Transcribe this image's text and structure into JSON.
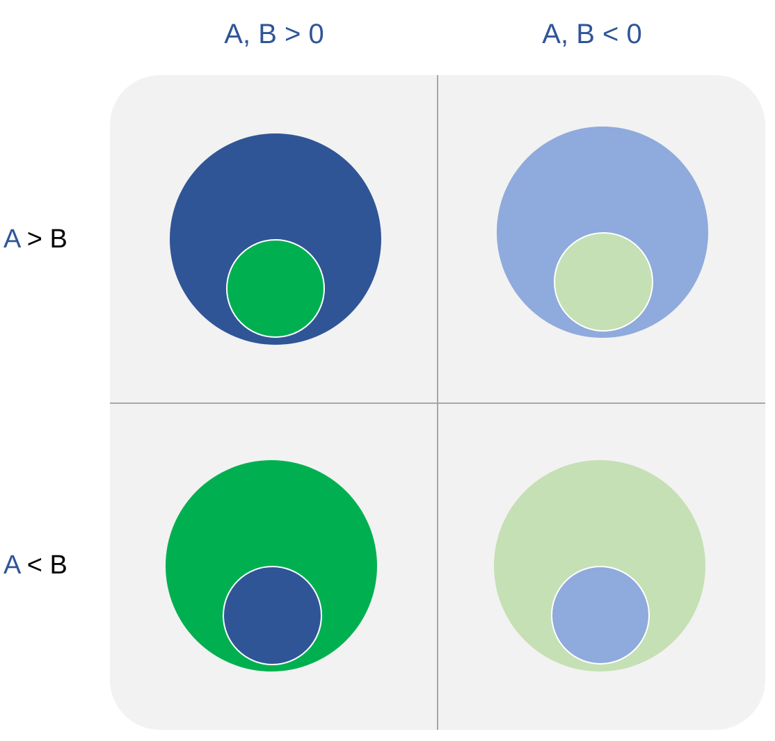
{
  "columns": [
    {
      "label": "A, B > 0"
    },
    {
      "label": "A, B < 0"
    }
  ],
  "rows": [
    {
      "var": "A",
      "rest": " > B"
    },
    {
      "var": "A",
      "rest": " < B"
    }
  ],
  "colors": {
    "dark_blue": "#2f5597",
    "light_blue": "#8faadc",
    "green": "#00b050",
    "light_green": "#c5e0b4",
    "panel_bg": "#f2f2f2",
    "divider": "#a6a6a6",
    "label_blue": "#2f5597"
  },
  "cells": [
    {
      "row": "A > B",
      "col": "A, B > 0",
      "outer_color": "#2f5597",
      "inner_color": "#00b050"
    },
    {
      "row": "A > B",
      "col": "A, B < 0",
      "outer_color": "#8faadc",
      "inner_color": "#c5e0b4"
    },
    {
      "row": "A < B",
      "col": "A, B > 0",
      "outer_color": "#00b050",
      "inner_color": "#2f5597"
    },
    {
      "row": "A < B",
      "col": "A, B < 0",
      "outer_color": "#c5e0b4",
      "inner_color": "#8faadc"
    }
  ]
}
